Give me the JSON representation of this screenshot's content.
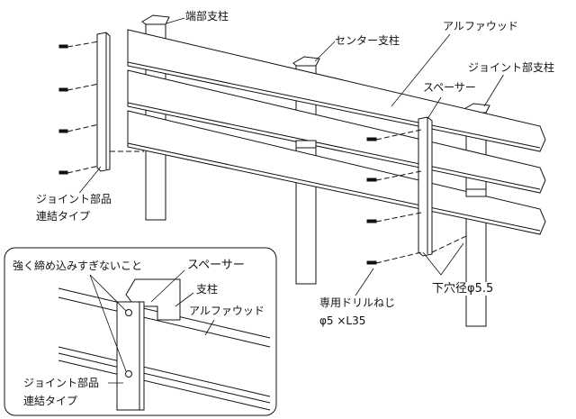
{
  "labels": {
    "end_post": "端部支柱",
    "center_post": "センター支柱",
    "alfa_wood": "アルファウッド",
    "joint_post": "ジョイント部支柱",
    "spacer": "スペーサー",
    "joint_part_line1": "ジョイント部品",
    "joint_part_line2": "連結タイプ",
    "screw_line1": "専用ドリルねじ",
    "screw_line2": "φ5 ×L35",
    "pilot_hole": "下穴径φ5.5"
  },
  "inset": {
    "warning": "強く締め込みすぎないこと",
    "spacer": "スペーサー",
    "post": "支柱",
    "alfa_wood": "アルファウッド",
    "joint_part_line1": "ジョイント部品",
    "joint_part_line2": "連結タイプ"
  }
}
